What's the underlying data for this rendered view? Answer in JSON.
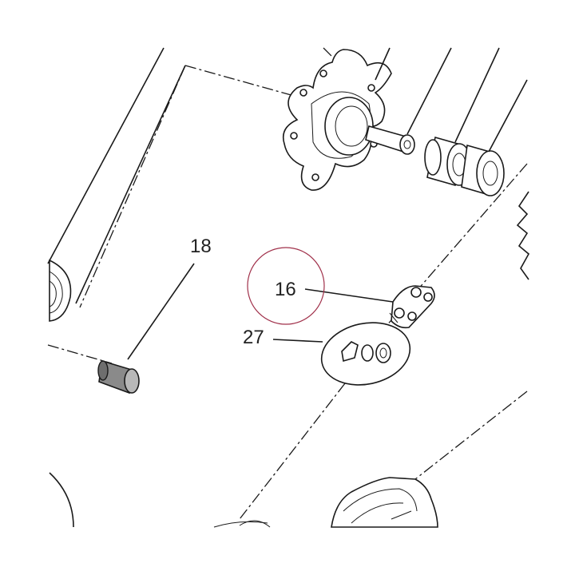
{
  "callouts": {
    "part_18": "18",
    "part_16": "16",
    "part_27": "27"
  },
  "highlight_color": "#a0304a"
}
